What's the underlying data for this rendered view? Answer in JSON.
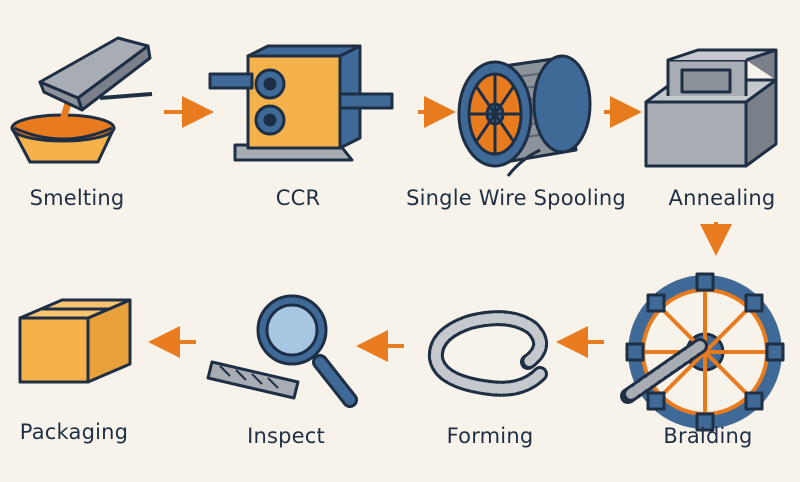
{
  "steps": [
    {
      "label": "Smelting",
      "icon": "ingot-crucible-icon"
    },
    {
      "label": "CCR",
      "icon": "rolling-mill-icon"
    },
    {
      "label": "Single Wire Spooling",
      "icon": "wire-spool-icon"
    },
    {
      "label": "Annealing",
      "icon": "furnace-icon"
    },
    {
      "label": "Braiding",
      "icon": "braiding-wheel-icon"
    },
    {
      "label": "Forming",
      "icon": "braided-coil-icon"
    },
    {
      "label": "Inspect",
      "icon": "magnifier-icon"
    },
    {
      "label": "Packaging",
      "icon": "box-icon"
    }
  ],
  "colors": {
    "outline": "#1e2f45",
    "blue": "#3f6a97",
    "orange": "#e97b1f",
    "gold": "#f5b14a",
    "steel": "#a8adb4",
    "background": "#f7f3ea"
  }
}
